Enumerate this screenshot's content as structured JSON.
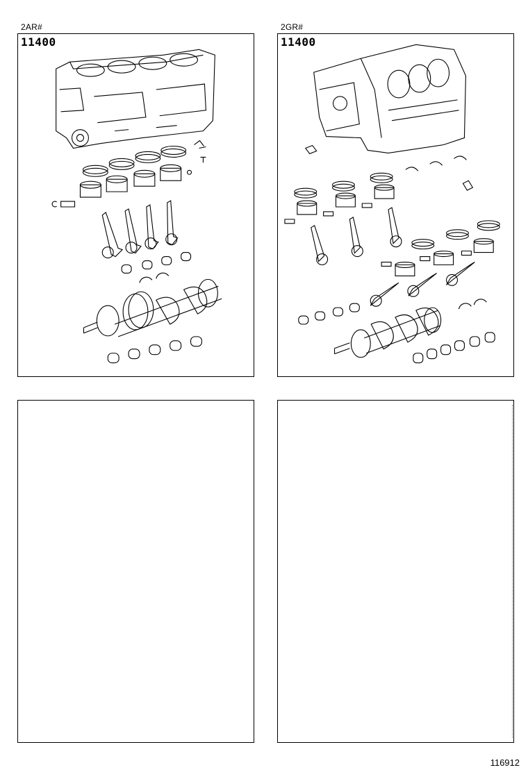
{
  "panels": [
    {
      "engine_label": "2AR#",
      "part_number": "11400",
      "icon": "short-block-assembly-4cyl"
    },
    {
      "engine_label": "2GR#",
      "part_number": "11400",
      "icon": "short-block-assembly-v6"
    },
    {
      "engine_label": "",
      "part_number": ""
    },
    {
      "engine_label": "",
      "part_number": ""
    }
  ],
  "footer": {
    "illustration_id": "116912"
  }
}
